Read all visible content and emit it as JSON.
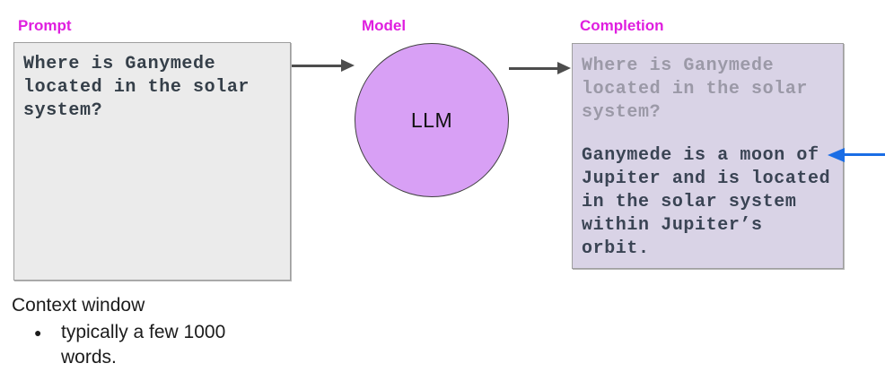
{
  "prompt": {
    "label": "Prompt",
    "text": "Where is Ganymede\nlocated in the solar\nsystem?"
  },
  "model": {
    "label": "Model",
    "node_text": "LLM"
  },
  "completion": {
    "label": "Completion",
    "echoed_prompt": "Where is Ganymede\nlocated in the solar\nsystem?",
    "generated_text": "Ganymede is a moon of\nJupiter and is located\nin the solar system\nwithin Jupiter’s\norbit."
  },
  "context_note": {
    "title": "Context window",
    "bullet_glyph": "●",
    "items": [
      "typically a few 1000\nwords."
    ]
  },
  "icons": {
    "flow_arrow_prompt_to_model": "arrow-right",
    "flow_arrow_model_to_completion": "arrow-right",
    "completion_highlight_arrow": "arrow-left"
  },
  "colors": {
    "section_label": "#df1edf",
    "prompt_box_fill": "#ebebeb",
    "box_border": "#9e9e9e",
    "completion_box_fill": "#d9d3e6",
    "model_circle_fill": "#d8a0f5",
    "flow_arrow": "#4d4d4d",
    "highlight_arrow": "#1a6de5",
    "prompt_text": "#353f49",
    "echoed_text": "#9b99a7",
    "generated_text": "#3a4454"
  }
}
